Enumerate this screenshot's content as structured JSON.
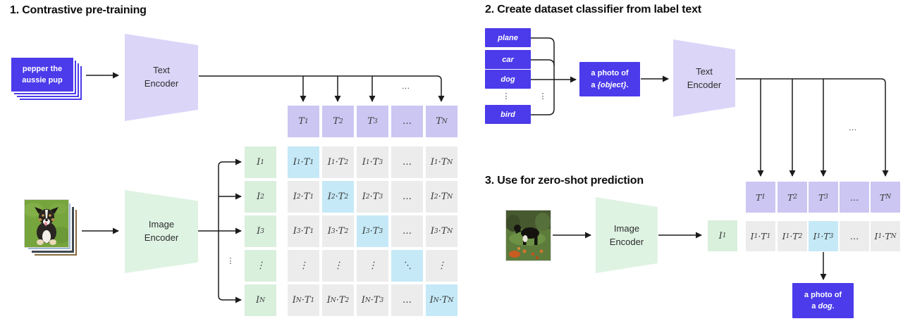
{
  "colors": {
    "accent": "#4b3bea",
    "lavender": "#ccc6f2",
    "lavender_trap": "#dbd6f8",
    "green": "#d9f0dc",
    "green_trap": "#dff3e3",
    "gray": "#ececec",
    "cyan": "#c5e9f7",
    "ink": "#1b1b1b"
  },
  "section1": {
    "title": "1. Contrastive pre-training",
    "text_input": {
      "line1": "pepper the",
      "line2": "aussie pup"
    },
    "text_encoder": {
      "line1": "Text",
      "line2": "Encoder"
    },
    "image_encoder": {
      "line1": "Image",
      "line2": "Encoder"
    },
    "text_embeddings": [
      "T_1",
      "T_2",
      "T_3",
      "…",
      "T_N"
    ],
    "image_embeddings": [
      "I_1",
      "I_2",
      "I_3",
      "⋮",
      "I_N"
    ],
    "matrix": [
      [
        "I_1·T_1",
        "I_1·T_2",
        "I_1·T_3",
        "…",
        "I_1·T_N"
      ],
      [
        "I_2·T_1",
        "I_2·T_2",
        "I_2·T_3",
        "…",
        "I_2·T_N"
      ],
      [
        "I_3·T_1",
        "I_3·T_2",
        "I_3·T_3",
        "…",
        "I_3·T_N"
      ],
      [
        "⋮",
        "⋮",
        "⋮",
        "⋱",
        "⋮"
      ],
      [
        "I_N·T_1",
        "I_N·T_2",
        "I_N·T_3",
        "…",
        "I_N·T_N"
      ]
    ],
    "ellipsis": "…",
    "vdots": "⋮",
    "puppy_image": "puppy-photo-stack"
  },
  "section2": {
    "title": "2. Create dataset classifier from label text",
    "labels": [
      "plane",
      "car",
      "dog",
      "bird"
    ],
    "vdots": "⋮",
    "prompt": {
      "line1": "a photo of",
      "line2_prefix": "a ",
      "line2_object": "{object}",
      "line2_suffix": "."
    },
    "text_encoder": {
      "line1": "Text",
      "line2": "Encoder"
    },
    "ellipsis": "…"
  },
  "section3": {
    "title": "3. Use for zero-shot prediction",
    "image_encoder": {
      "line1": "Image",
      "line2": "Encoder"
    },
    "image_embedding": "I_1",
    "text_embeddings": [
      "T_1",
      "T_2",
      "T_3",
      "…",
      "T_N"
    ],
    "scores": [
      "I_1·T_1",
      "I_1·T_2",
      "I_1·T_3",
      "…",
      "I_1·T_N"
    ],
    "highlight_index": 2,
    "prediction": {
      "line1": "a photo of",
      "line2_prefix": "a ",
      "line2_object": "dog",
      "line2_suffix": "."
    },
    "dog_image": "dog-photo"
  }
}
